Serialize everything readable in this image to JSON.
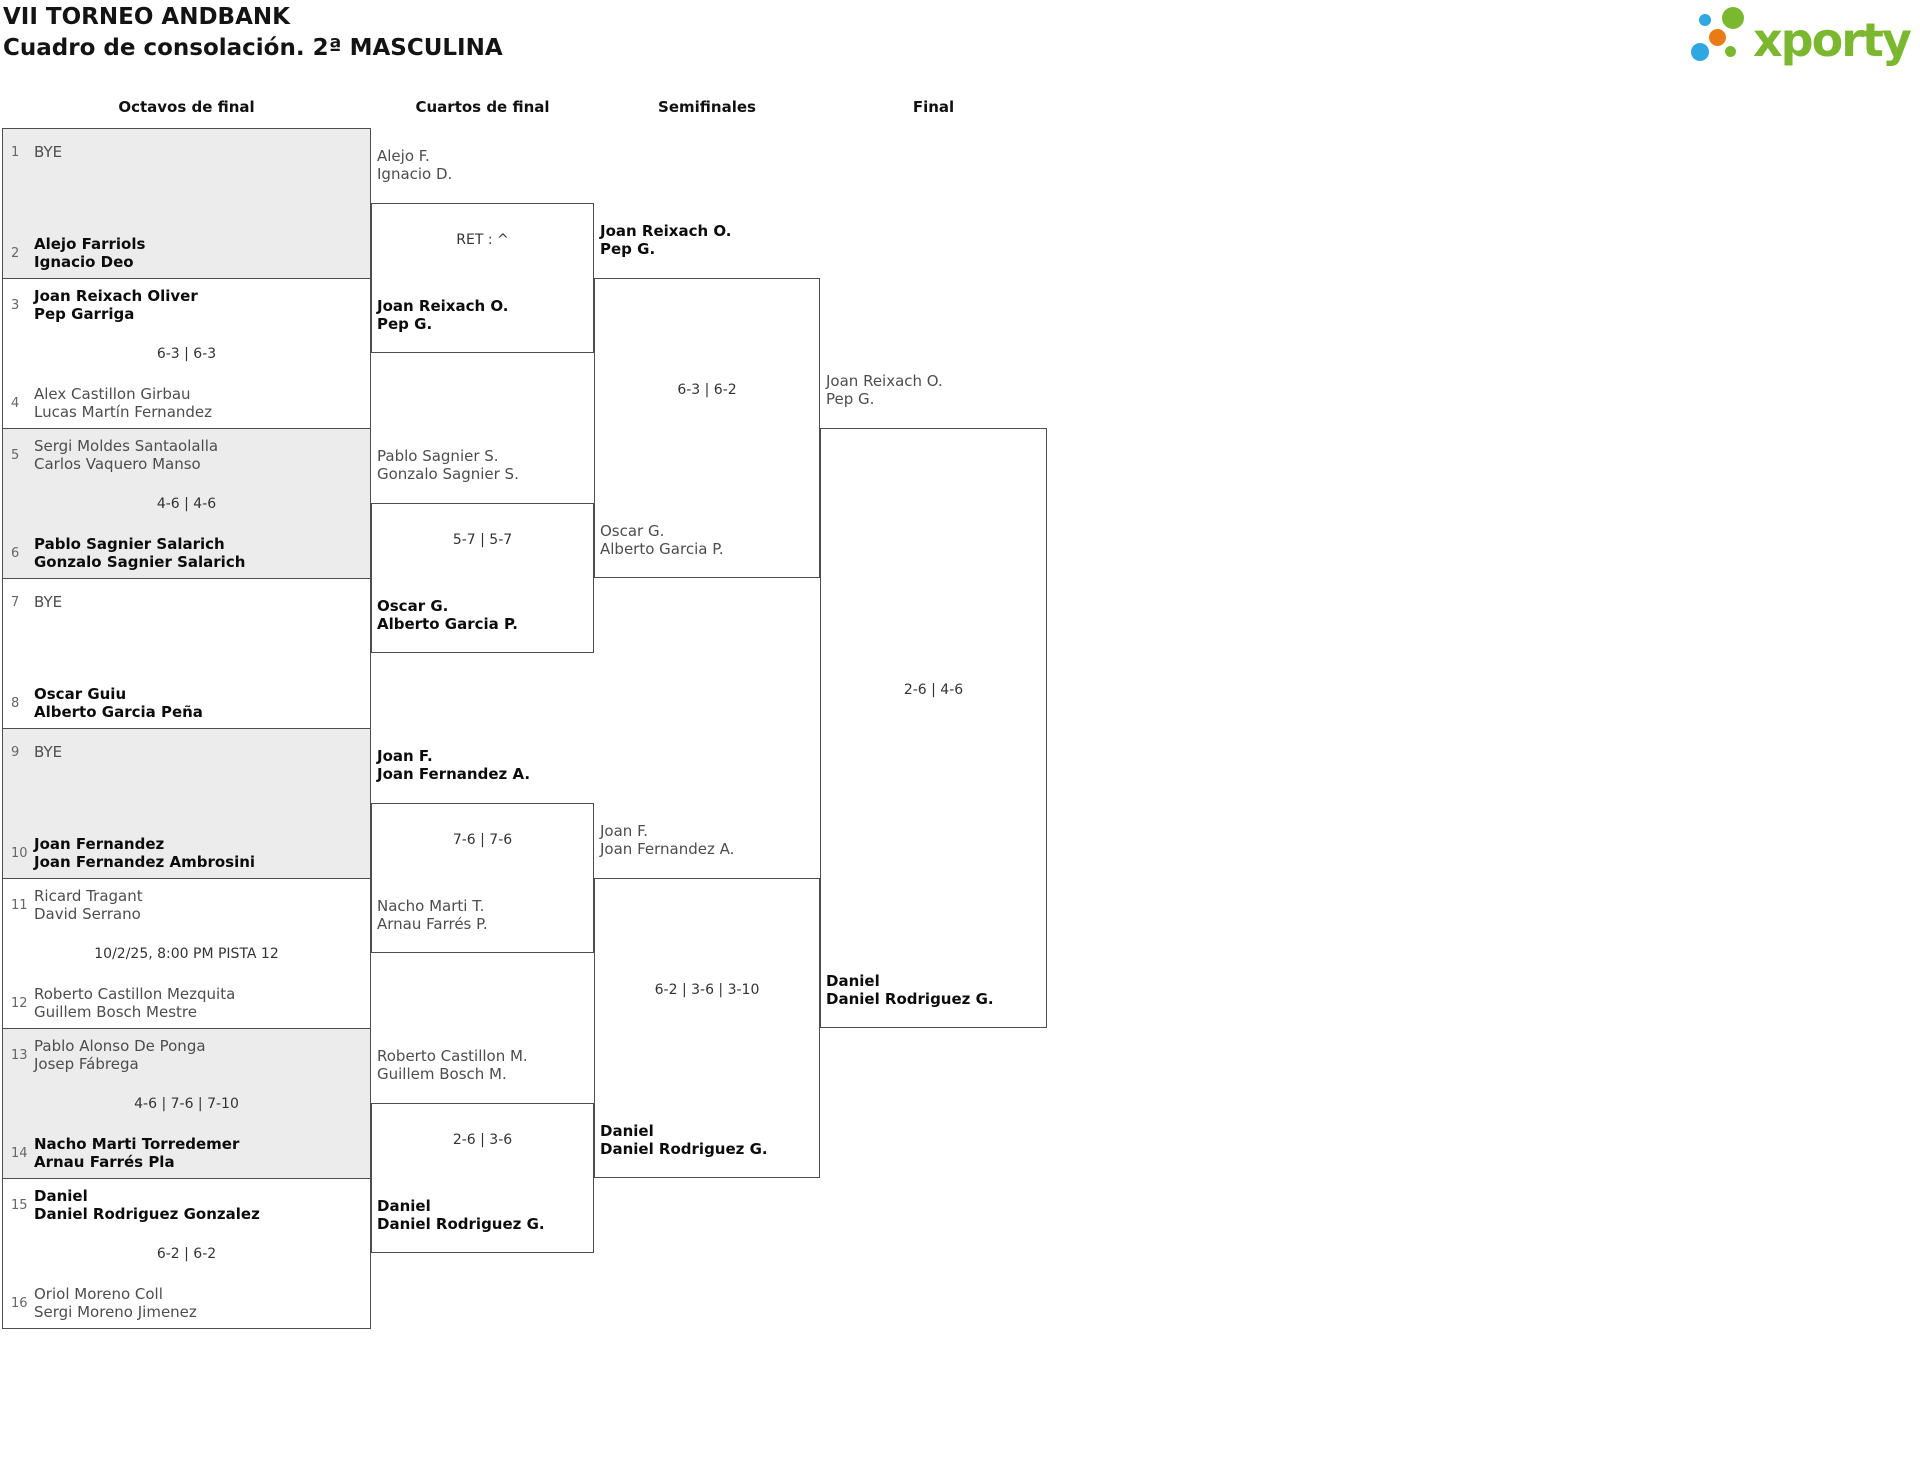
{
  "header": {
    "title_line1": "VII TORNEO ANDBANK",
    "title_line2": "Cuadro de consolación. 2ª MASCULINA"
  },
  "logo": {
    "text": "xporty"
  },
  "colors": {
    "brand_green": "#7cb82f",
    "dot_blue": "#2fa8e1",
    "dot_orange": "#ea7a14",
    "shaded_box": "#ececec"
  },
  "rounds": {
    "r16": "Octavos de final",
    "qf": "Cuartos de final",
    "sf": "Semifinales",
    "f": "Final"
  },
  "octavos": [
    {
      "seed_top": "1",
      "top": [
        "BYE"
      ],
      "score": "",
      "seed_bot": "2",
      "bot": [
        "Alejo Farriols",
        "Ignacio Deo"
      ]
    },
    {
      "seed_top": "3",
      "top": [
        "Joan Reixach Oliver",
        "Pep Garriga"
      ],
      "score": "6-3 | 6-3",
      "seed_bot": "4",
      "bot": [
        "Alex Castillon Girbau",
        "Lucas Martín Fernandez"
      ]
    },
    {
      "seed_top": "5",
      "top": [
        "Sergi Moldes Santaolalla",
        "Carlos Vaquero Manso"
      ],
      "score": "4-6 | 4-6",
      "seed_bot": "6",
      "bot": [
        "Pablo Sagnier Salarich",
        "Gonzalo Sagnier Salarich"
      ]
    },
    {
      "seed_top": "7",
      "top": [
        "BYE"
      ],
      "score": "",
      "seed_bot": "8",
      "bot": [
        "Oscar Guiu",
        "Alberto Garcia Peña"
      ]
    },
    {
      "seed_top": "9",
      "top": [
        "BYE"
      ],
      "score": "",
      "seed_bot": "10",
      "bot": [
        "Joan Fernandez",
        "Joan Fernandez Ambrosini"
      ]
    },
    {
      "seed_top": "11",
      "top": [
        "Ricard Tragant",
        "David Serrano"
      ],
      "score": "10/2/25, 8:00 PM PISTA 12",
      "seed_bot": "12",
      "bot": [
        "Roberto Castillon Mezquita",
        "Guillem Bosch Mestre"
      ]
    },
    {
      "seed_top": "13",
      "top": [
        "Pablo Alonso De Ponga",
        "Josep Fábrega"
      ],
      "score": "4-6 | 7-6 | 7-10",
      "seed_bot": "14",
      "bot": [
        "Nacho Marti Torredemer",
        "Arnau Farrés Pla"
      ]
    },
    {
      "seed_top": "15",
      "top": [
        "Daniel",
        "Daniel Rodriguez Gonzalez"
      ],
      "score": "6-2 | 6-2",
      "seed_bot": "16",
      "bot": [
        "Oriol Moreno Coll",
        "Sergi Moreno Jimenez"
      ]
    }
  ],
  "cuartos": [
    {
      "top": [
        "Alejo F.",
        "Ignacio D."
      ],
      "score": "RET : ^",
      "bot": [
        "Joan Reixach O.",
        "Pep G."
      ]
    },
    {
      "top": [
        "Pablo Sagnier S.",
        "Gonzalo Sagnier S."
      ],
      "score": "5-7 | 5-7",
      "bot": [
        "Oscar G.",
        "Alberto Garcia P."
      ]
    },
    {
      "top": [
        "Joan F.",
        "Joan Fernandez A."
      ],
      "score": "7-6 | 7-6",
      "bot": [
        "Nacho Marti T.",
        "Arnau Farrés P."
      ]
    },
    {
      "top": [
        "Roberto Castillon M.",
        "Guillem Bosch M."
      ],
      "score": "2-6 | 3-6",
      "bot": [
        "Daniel",
        "Daniel Rodriguez G."
      ]
    }
  ],
  "semis": [
    {
      "top": [
        "Joan Reixach O.",
        "Pep G."
      ],
      "score": "6-3 | 6-2",
      "bot": [
        "Oscar G.",
        "Alberto Garcia P."
      ]
    },
    {
      "top": [
        "Joan F.",
        "Joan Fernandez A."
      ],
      "score": "6-2 | 3-6 | 3-10",
      "bot": [
        "Daniel",
        "Daniel Rodriguez G."
      ]
    }
  ],
  "final": {
    "top": [
      "Joan Reixach O.",
      "Pep G."
    ],
    "score": "2-6 | 4-6",
    "bot": [
      "Daniel",
      "Daniel Rodriguez G."
    ]
  }
}
